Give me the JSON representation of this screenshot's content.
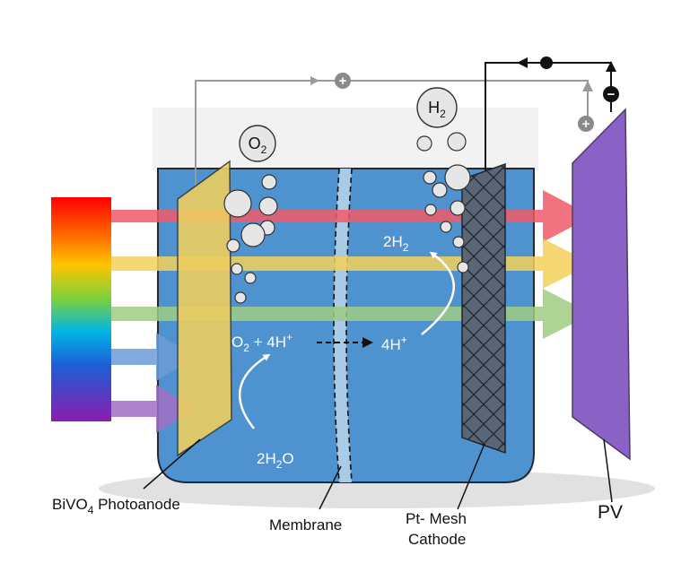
{
  "labels": {
    "photoanode_prefix": "BiVO",
    "photoanode_sub": "4",
    "photoanode_suffix": " Photoanode",
    "membrane": "Membrane",
    "cathode_line1": "Pt- Mesh",
    "cathode_line2": "Cathode",
    "pv": "PV"
  },
  "species": {
    "o2_bubble_main": "O",
    "o2_bubble_sub": "2",
    "h2_bubble_main": "H",
    "h2_bubble_sub": "2",
    "anode_product_main": "O",
    "anode_product_sub": "2",
    "anode_product_rest": " + 4H",
    "anode_product_sup": "+",
    "cathode_reactant_main": "4H",
    "cathode_reactant_sup": "+",
    "cathode_product_pre": "2H",
    "cathode_product_sub": "2",
    "water_pre": "2H",
    "water_sub": "2",
    "water_post": "O"
  },
  "circuit": {
    "plus_sign": "+",
    "minus_sign": "−"
  },
  "colors": {
    "electrolyte": "#4f92d0",
    "photoanode": "#eccd5f",
    "cathode": "#5a6675",
    "pv_panel": "#8a62c6",
    "light_red": "#f05a6a",
    "light_yellow": "#f3d15a",
    "light_green": "#9fcb83",
    "light_blue": "#6c9bd8",
    "light_purple": "#9f6fc4"
  }
}
